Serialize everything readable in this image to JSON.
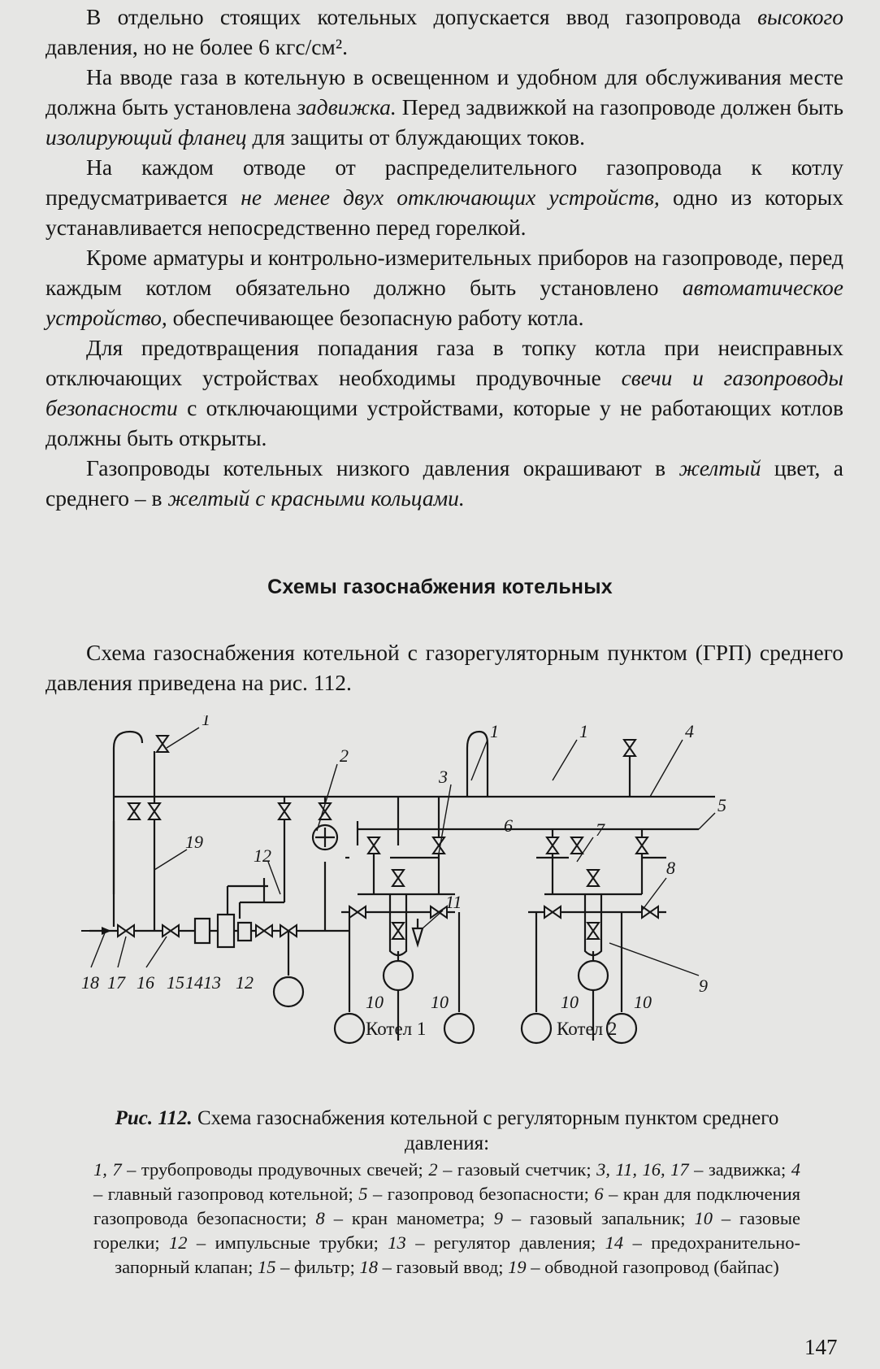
{
  "paragraphs": [
    {
      "parts": [
        {
          "t": "В отдельно стоящих котельных допускается ввод газопровода "
        },
        {
          "t": "высокого",
          "i": true
        },
        {
          "t": " давления, но не более 6 кгс/см²."
        }
      ]
    },
    {
      "parts": [
        {
          "t": "На вводе газа в котельную в освещенном и удобном для обслуживания месте должна быть установлена "
        },
        {
          "t": "задвижка.",
          "i": true
        },
        {
          "t": " Перед задвижкой на газопроводе должен быть "
        },
        {
          "t": "изолирующий фланец",
          "i": true
        },
        {
          "t": " для защиты от блуждающих токов."
        }
      ]
    },
    {
      "parts": [
        {
          "t": "На каждом отводе от распределительного газопровода к котлу предусматривается "
        },
        {
          "t": "не менее двух отключающих устройств,",
          "i": true
        },
        {
          "t": " одно из которых устанавливается непосредственно перед горелкой."
        }
      ]
    },
    {
      "parts": [
        {
          "t": "Кроме арматуры и контрольно-измерительных приборов на газопроводе, перед каждым котлом обязательно должно быть установлено "
        },
        {
          "t": "автоматическое устройство,",
          "i": true
        },
        {
          "t": " обеспечивающее безопасную работу котла."
        }
      ]
    },
    {
      "parts": [
        {
          "t": "Для предотвращения попадания газа в топку котла при неисправных отключающих устройствах необходимы продувочные "
        },
        {
          "t": "свечи и газопроводы безопасности",
          "i": true
        },
        {
          "t": " с отключающими устройствами, которые у не работающих котлов должны быть открыты."
        }
      ]
    },
    {
      "parts": [
        {
          "t": "Газопроводы котельных низкого давления окрашивают в "
        },
        {
          "t": "желтый",
          "i": true
        },
        {
          "t": " цвет, а среднего – в "
        },
        {
          "t": "желтый с красными кольцами.",
          "i": true
        }
      ]
    }
  ],
  "heading": "Схемы газоснабжения котельных",
  "intro": "Схема газоснабжения котельной с газорегуляторным пунктом (ГРП) среднего давления приведена на рис. 112.",
  "diagram": {
    "callouts": {
      "n1a": "1",
      "n1b": "1",
      "n1c": "1",
      "n2": "2",
      "n3": "3",
      "n4": "4",
      "n5": "5",
      "n6": "6",
      "n7": "7",
      "n8": "8",
      "n9": "9",
      "n11": "11",
      "n12a": "12",
      "n19": "19",
      "n10a": "10",
      "n10b": "10",
      "n10c": "10",
      "n10d": "10",
      "n18": "18",
      "n17": "17",
      "n16": "16",
      "n15": "15",
      "n14": "14",
      "n13": "13",
      "n12b": "12"
    },
    "boiler1": "Котел 1",
    "boiler2": "Котел 2"
  },
  "caption": {
    "fig_label": "Рис. 112.",
    "title": " Схема газоснабжения котельной с регуляторным пунктом среднего давления:",
    "legend": [
      {
        "n": "1, 7",
        "d": " – трубопроводы продувочных свечей; "
      },
      {
        "n": "2",
        "d": " – газовый счетчик; "
      },
      {
        "n": "3, 11, 16, 17",
        "d": " – задвижка; "
      },
      {
        "n": "4",
        "d": " – главный газопровод котельной; "
      },
      {
        "n": "5",
        "d": " – газопровод безопасности; "
      },
      {
        "n": "6",
        "d": " – кран для подключения газопровода безопасности; "
      },
      {
        "n": "8",
        "d": " – кран манометра; "
      },
      {
        "n": "9",
        "d": " – газовый запальник; "
      },
      {
        "n": "10",
        "d": " – газовые горелки; "
      },
      {
        "n": "12",
        "d": " – импульсные трубки; "
      },
      {
        "n": "13",
        "d": " – регулятор давления; "
      },
      {
        "n": "14",
        "d": " – предохранительно-запорный клапан; "
      },
      {
        "n": "15",
        "d": " – фильтр; "
      },
      {
        "n": "18",
        "d": " – газовый ввод; "
      },
      {
        "n": "19",
        "d": " – обводной газопровод (байпас)"
      }
    ]
  },
  "page_number": "147"
}
